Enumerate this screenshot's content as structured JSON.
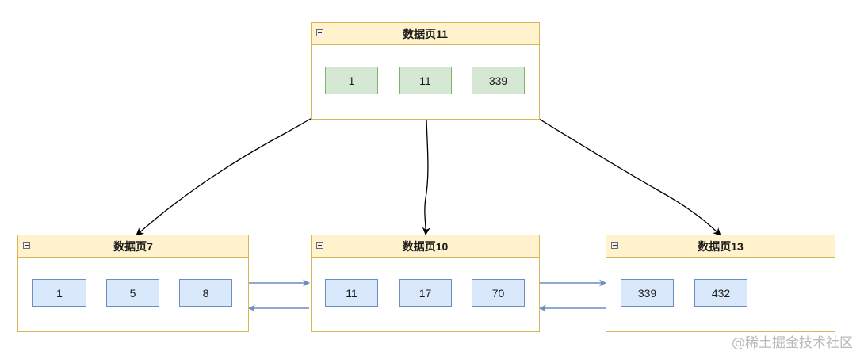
{
  "pages": {
    "root": {
      "title": "数据页11",
      "records": [
        "1",
        "11",
        "339"
      ]
    },
    "left": {
      "title": "数据页7",
      "records": [
        "1",
        "5",
        "8"
      ]
    },
    "middle": {
      "title": "数据页10",
      "records": [
        "11",
        "17",
        "70"
      ]
    },
    "right": {
      "title": "数据页13",
      "records": [
        "339",
        "432"
      ]
    }
  },
  "watermark": "@稀土掘金技术社区",
  "colors": {
    "page_border": "#d6b656",
    "page_header_fill": "#fff2cc",
    "root_record_fill": "#d5e8d4",
    "root_record_border": "#82b366",
    "leaf_record_fill": "#dae8fc",
    "leaf_record_border": "#6c8ebf",
    "pointer_arrow": "#000000",
    "sibling_arrow": "#6c8ebf"
  },
  "icons": {
    "page_collapse": "collapse-minus-icon"
  }
}
